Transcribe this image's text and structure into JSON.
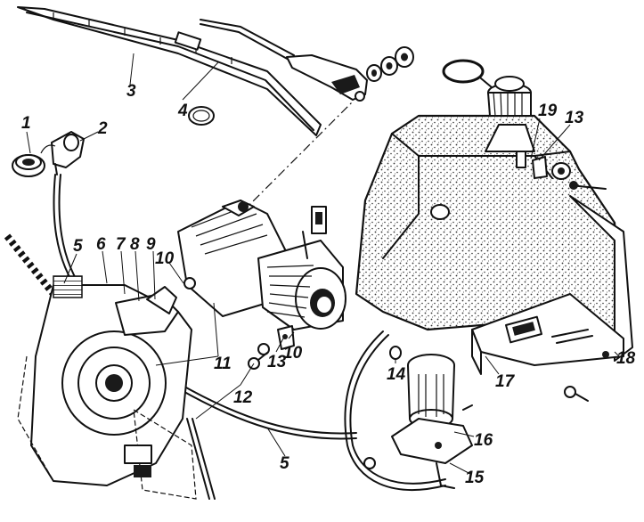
{
  "figure": {
    "callouts": [
      "1",
      "2",
      "3",
      "4",
      "5",
      "5",
      "6",
      "7",
      "8",
      "9",
      "10",
      "10",
      "11",
      "12",
      "13",
      "13",
      "14",
      "15",
      "16",
      "17",
      "18",
      "19"
    ]
  },
  "colors": {
    "ink": "#111111",
    "paper": "#ffffff",
    "stipple": "#333333"
  }
}
